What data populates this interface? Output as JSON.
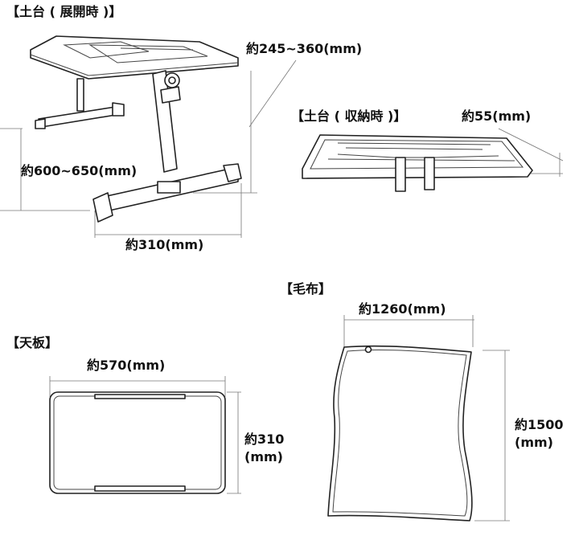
{
  "sections": {
    "base_open": "【土台 ( 展開時 )】",
    "base_folded": "【土台 ( 収納時 )】",
    "blanket": "【毛布】",
    "top_board": "【天板】"
  },
  "dims": {
    "base_open_width": "約245~360(mm)",
    "base_open_height": "約600~650(mm)",
    "base_open_depth": "約310(mm)",
    "base_folded_height": "約55(mm)",
    "blanket_width": "約1260(mm)",
    "blanket_height_line1": "約1500",
    "blanket_height_line2": "(mm)",
    "top_width": "約570(mm)",
    "top_height_line1": "約310",
    "top_height_line2": "(mm)"
  }
}
